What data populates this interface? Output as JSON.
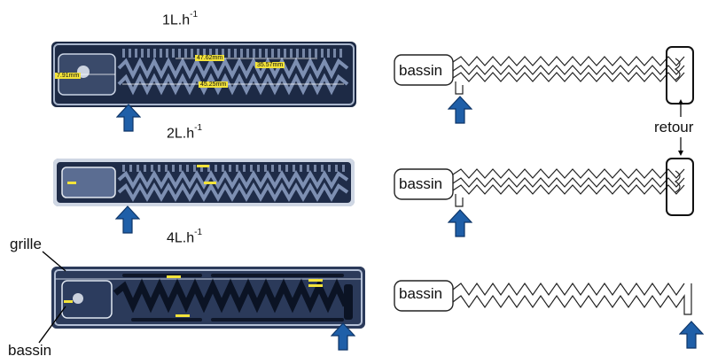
{
  "left_panel": {
    "flows": [
      {
        "rate": "1L.h",
        "exp": "-1"
      },
      {
        "rate": "2L.h",
        "exp": "-1"
      },
      {
        "rate": "4L.h",
        "exp": "-1"
      }
    ],
    "photo1_measurements": [
      "47.62mm",
      "35.57mm",
      "45.25mm",
      "7.91mm"
    ],
    "annotations": {
      "grille": "grille",
      "bassin": "bassin"
    }
  },
  "right_panel": {
    "schematics": [
      {
        "basin_label": "bassin"
      },
      {
        "basin_label": "bassin"
      },
      {
        "basin_label": "bassin"
      }
    ],
    "return_label": "retour"
  },
  "colors": {
    "arrow": "#1f5fa8",
    "arrow_edge": "#0d3568",
    "photo_bg": "#1d2a45",
    "channel": "#7d8fb2"
  }
}
